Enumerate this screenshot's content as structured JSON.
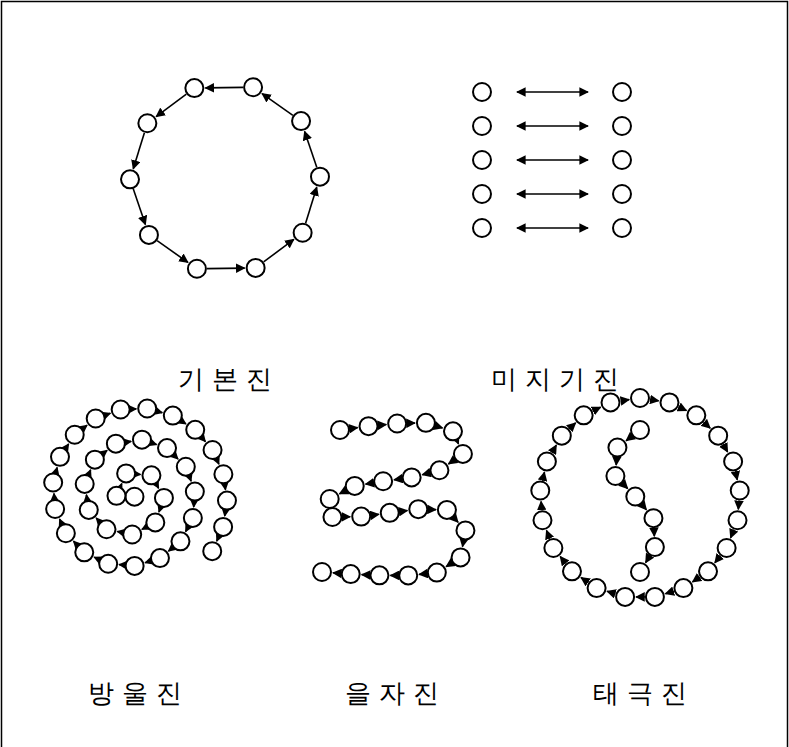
{
  "diagram": {
    "labels": [
      "기 본 진",
      "미 지 기 진",
      "방 울 진",
      "을 자 진",
      "태 극 진"
    ]
  }
}
